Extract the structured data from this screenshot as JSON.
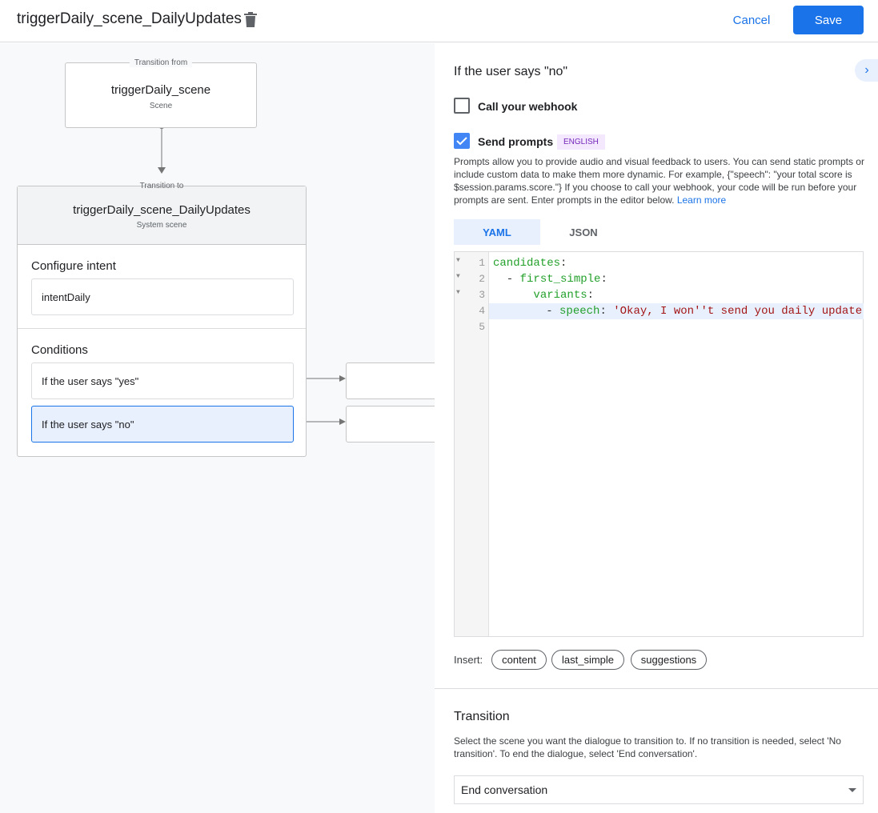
{
  "header": {
    "title": "triggerDaily_scene_DailyUpdates",
    "cancel": "Cancel",
    "save": "Save"
  },
  "canvas": {
    "from": {
      "label": "Transition from",
      "name": "triggerDaily_scene",
      "type": "Scene"
    },
    "to": {
      "label": "Transition to",
      "name": "triggerDaily_scene_DailyUpdates",
      "type": "System scene"
    },
    "intent_heading": "Configure intent",
    "intent": "intentDaily",
    "conditions_heading": "Conditions",
    "conditions": [
      "If the user says \"yes\"",
      "If the user says \"no\""
    ]
  },
  "panel": {
    "title": "If the user says \"no\"",
    "webhook": {
      "label": "Call your webhook",
      "checked": false
    },
    "prompts": {
      "label": "Send prompts",
      "checked": true,
      "badge": "ENGLISH"
    },
    "description": "Prompts allow you to provide audio and visual feedback to users. You can send static prompts or include custom data to make them more dynamic. For example, {\"speech\": \"your total score is $session.params.score.\"} If you choose to call your webhook, your code will be run before your prompts are sent. Enter prompts in the editor below.",
    "learn_more": "Learn more",
    "tabs": [
      "YAML",
      "JSON"
    ],
    "active_tab": "YAML",
    "code": {
      "line_numbers": [
        "1",
        "2",
        "3",
        "4",
        "5"
      ],
      "l1_key": "candidates",
      "l2_key": "first_simple",
      "l3_key": "variants",
      "l4_key": "speech",
      "l4_value": "'Okay, I won''t send you daily update"
    },
    "insert_label": "Insert:",
    "insert_chips": [
      "content",
      "last_simple",
      "suggestions"
    ],
    "transition": {
      "heading": "Transition",
      "description": "Select the scene you want the dialogue to transition to. If no transition is needed, select 'No transition'. To end the dialogue, select 'End conversation'.",
      "selected": "End conversation"
    }
  },
  "colors": {
    "accent": "#1a73e8",
    "selected_bg": "#e8f0fe",
    "badge_bg": "#f3e8fd",
    "badge_fg": "#7627bb"
  }
}
